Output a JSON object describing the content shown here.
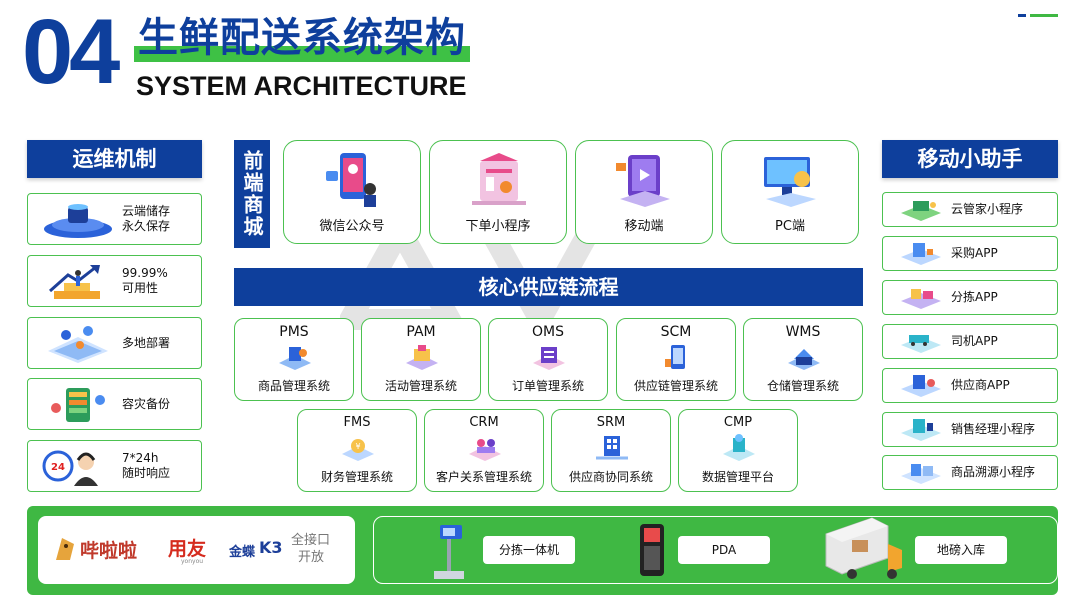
{
  "header": {
    "number": "04",
    "title_cn": "生鲜配送系统架构",
    "title_en": "SYSTEM ARCHITECTURE"
  },
  "colors": {
    "primary": "#0e3f9c",
    "accent": "#3fb843",
    "card_border": "#4cc150"
  },
  "ops": {
    "title": "运维机制",
    "items": [
      {
        "line1": "云端储存",
        "line2": "永久保存",
        "icon": "cloud-storage-icon"
      },
      {
        "line1": "99.99%",
        "line2": "可用性",
        "icon": "growth-chart-icon"
      },
      {
        "line1": "多地部署",
        "line2": "",
        "icon": "map-deploy-icon"
      },
      {
        "line1": "容灾备份",
        "line2": "",
        "icon": "backup-icon"
      },
      {
        "line1": "7*24h",
        "line2": "随时响应",
        "icon": "headset-support-icon"
      }
    ]
  },
  "frontend": {
    "label": "前端商城",
    "items": [
      {
        "label": "微信公众号",
        "icon": "wechat-account-icon"
      },
      {
        "label": "下单小程序",
        "icon": "order-miniprogram-icon"
      },
      {
        "label": "移动端",
        "icon": "mobile-icon"
      },
      {
        "label": "PC端",
        "icon": "pc-icon"
      }
    ]
  },
  "core": {
    "title": "核心供应链流程",
    "row1": [
      {
        "abbr": "PMS",
        "name": "商品管理系统"
      },
      {
        "abbr": "PAM",
        "name": "活动管理系统"
      },
      {
        "abbr": "OMS",
        "name": "订单管理系统"
      },
      {
        "abbr": "SCM",
        "name": "供应链管理系统"
      },
      {
        "abbr": "WMS",
        "name": "仓储管理系统"
      }
    ],
    "row2": [
      {
        "abbr": "FMS",
        "name": "财务管理系统"
      },
      {
        "abbr": "CRM",
        "name": "客户关系管理系统"
      },
      {
        "abbr": "SRM",
        "name": "供应商协同系统"
      },
      {
        "abbr": "CMP",
        "name": "数据管理平台"
      }
    ]
  },
  "assistant": {
    "title": "移动小助手",
    "items": [
      "云管家小程序",
      "采购APP",
      "分拣APP",
      "司机APP",
      "供应商APP",
      "销售经理小程序",
      "商品溯源小程序"
    ]
  },
  "partners": {
    "logo1": "哔啦啦",
    "logo2": "用友",
    "logo2_sub": "yonyou",
    "logo3": "金蝶",
    "logo3_mark": "K3",
    "open_line1": "全接口",
    "open_line2": "开放"
  },
  "devices": [
    "分拣一体机",
    "PDA",
    "地磅入库"
  ]
}
